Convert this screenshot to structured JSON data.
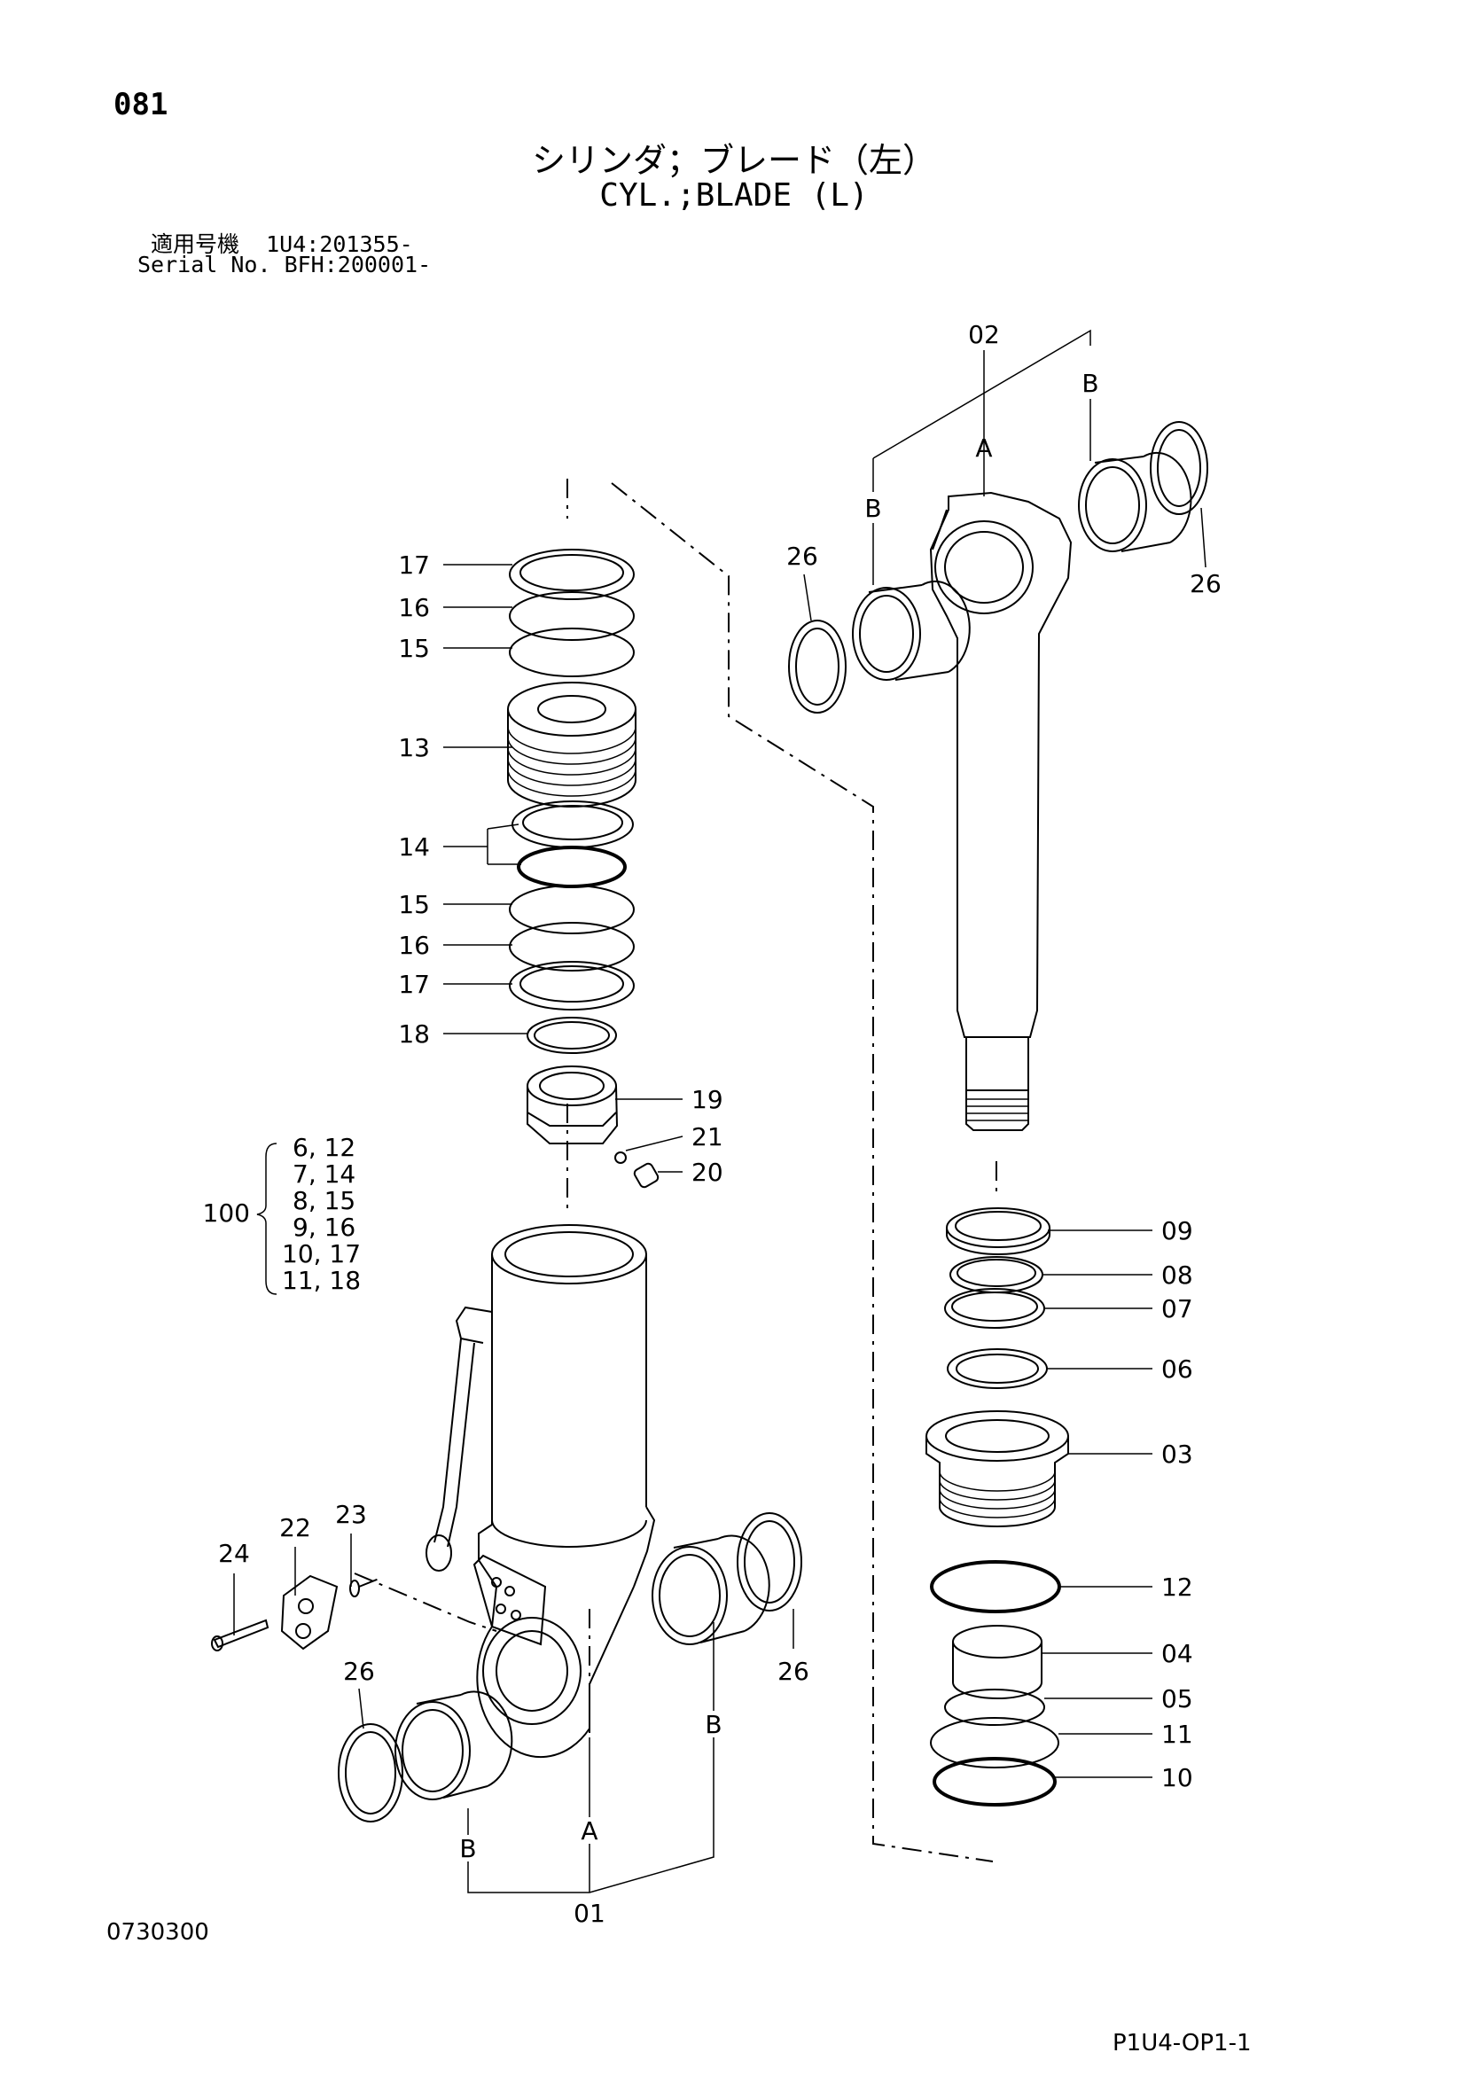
{
  "page_number": "081",
  "title_ja": "シリンダ；ブレード（左）",
  "title_en": "CYL.;BLADE (L)",
  "serial": {
    "ja_label": "適用号機",
    "ja_value": "1U4:201355-",
    "en_label": "Serial No.",
    "en_value": "BFH:200001-"
  },
  "drawing_no": "0730300",
  "page_code": "P1U4-OP1-1",
  "callouts": {
    "c02": "02",
    "cA_top": "A",
    "cB_top_left": "B",
    "cB_top_right": "B",
    "c26_tl": "26",
    "c26_tr": "26",
    "c17a": "17",
    "c16a": "16",
    "c15a": "15",
    "c13": "13",
    "c14": "14",
    "c15b": "15",
    "c16b": "16",
    "c17b": "17",
    "c18": "18",
    "c19": "19",
    "c21": "21",
    "c20": "20",
    "c09": "09",
    "c08": "08",
    "c07": "07",
    "c06": "06",
    "c03": "03",
    "c12": "12",
    "c04": "04",
    "c05": "05",
    "c11": "11",
    "c10": "10",
    "c24": "24",
    "c22": "22",
    "c23": "23",
    "c26_bl": "26",
    "c26_br": "26",
    "cB_bot_right": "B",
    "cA_bot": "A",
    "cB_bot_left": "B",
    "c01": "01"
  },
  "kit": {
    "number": "100",
    "rows": [
      "6, 12",
      "7, 14",
      "8, 15",
      "9, 16",
      "10, 17",
      "11, 18"
    ]
  }
}
